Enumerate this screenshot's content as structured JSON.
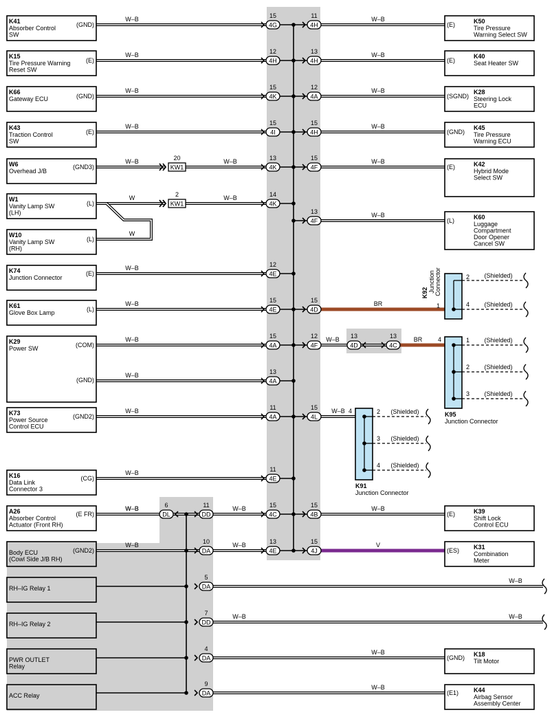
{
  "colors": {
    "gray": "#d0d0d0",
    "br": "#9c4a26",
    "violet": "#7a2a8f",
    "junction_fill": "#bfe3f4",
    "wire": "#000000"
  },
  "left_components": [
    {
      "id": "k41",
      "code": "K41",
      "name": [
        "Absorber Control",
        "SW"
      ],
      "pin": "(GND)"
    },
    {
      "id": "k15",
      "code": "K15",
      "name": [
        "Tire Pressure Warning",
        "Reset SW"
      ],
      "pin": "(E)"
    },
    {
      "id": "k66",
      "code": "K66",
      "name": [
        "Gateway ECU"
      ],
      "pin": "(GND)"
    },
    {
      "id": "k43",
      "code": "K43",
      "name": [
        "Traction Control",
        "SW"
      ],
      "pin": "(E)"
    },
    {
      "id": "w6",
      "code": "W6",
      "name": [
        "Overhead J/B"
      ],
      "pin": "(GND3)"
    },
    {
      "id": "w1",
      "code": "W1",
      "name": [
        "Vanity Lamp SW",
        "(LH)"
      ],
      "pin": "(L)"
    },
    {
      "id": "w10",
      "code": "W10",
      "name": [
        "Vanity Lamp SW",
        "(RH)"
      ],
      "pin": "(L)"
    },
    {
      "id": "k74",
      "code": "K74",
      "name": [
        "Junction Connector"
      ],
      "pin": "(E)"
    },
    {
      "id": "k61",
      "code": "K61",
      "name": [
        "Glove Box Lamp"
      ],
      "pin": "(L)"
    },
    {
      "id": "k29",
      "code": "K29",
      "name": [
        "Power SW"
      ],
      "pin": "(COM)",
      "pin2": "(GND)"
    },
    {
      "id": "k73",
      "code": "K73",
      "name": [
        "Power Source",
        "Control ECU"
      ],
      "pin": "(GND2)"
    },
    {
      "id": "k16",
      "code": "K16",
      "name": [
        "Data Link",
        "Connector 3"
      ],
      "pin": "(CG)"
    },
    {
      "id": "a26",
      "code": "A26",
      "name": [
        "Absorber Control",
        "Actuator (Front RH)"
      ],
      "pin": "(E FR)"
    },
    {
      "id": "body",
      "code": "",
      "name": [
        "Body ECU",
        "(Cowl Side J/B RH)"
      ],
      "pin": "(GND2)"
    },
    {
      "id": "rhig1",
      "code": "",
      "name": [
        "RH–IG Relay 1"
      ],
      "pin": ""
    },
    {
      "id": "rhig2",
      "code": "",
      "name": [
        "RH–IG Relay 2"
      ],
      "pin": ""
    },
    {
      "id": "pwr",
      "code": "",
      "name": [
        "PWR OUTLET",
        "Relay"
      ],
      "pin": ""
    },
    {
      "id": "acc",
      "code": "",
      "name": [
        "ACC Relay"
      ],
      "pin": ""
    }
  ],
  "right_components": [
    {
      "id": "k50",
      "code": "K50",
      "name": [
        "Tire Pressure",
        "Warning Select SW"
      ],
      "pin": "(E)"
    },
    {
      "id": "k40",
      "code": "K40",
      "name": [
        "Seat Heater SW"
      ],
      "pin": "(E)"
    },
    {
      "id": "k28",
      "code": "K28",
      "name": [
        "Steering Lock",
        "ECU"
      ],
      "pin": "(SGND)"
    },
    {
      "id": "k45",
      "code": "K45",
      "name": [
        "Tire Pressure",
        "Warning ECU"
      ],
      "pin": "(GND)"
    },
    {
      "id": "k42",
      "code": "K42",
      "name": [
        "Hybrid Mode",
        "Select SW"
      ],
      "pin": "(E)"
    },
    {
      "id": "k60",
      "code": "K60",
      "name": [
        "Luggage",
        "Compartment",
        "Door Opener",
        "Cancel SW"
      ],
      "pin": "(L)"
    },
    {
      "id": "k39",
      "code": "K39",
      "name": [
        "Shift Lock",
        "Control ECU"
      ],
      "pin": "(E)"
    },
    {
      "id": "k31",
      "code": "K31",
      "name": [
        "Combination",
        "Meter"
      ],
      "pin": "(ES)"
    },
    {
      "id": "k18",
      "code": "K18",
      "name": [
        "Tilt Motor"
      ],
      "pin": "(GND)"
    },
    {
      "id": "k44",
      "code": "K44",
      "name": [
        "Airbag Sensor",
        "Assembly Center"
      ],
      "pin": "(E1)"
    }
  ],
  "connectors": {
    "l1": "4G",
    "l1n": "15",
    "r1": "4H",
    "r1n": "11",
    "l2": "4H",
    "l2n": "12",
    "r2": "4H",
    "r2n": "13",
    "l3": "4K",
    "l3n": "15",
    "r3": "4A",
    "r3n": "12",
    "l4": "4I",
    "l4n": "15",
    "r4": "4H",
    "r4n": "15",
    "l5": "4K",
    "l5n": "13",
    "r5": "4F",
    "r5n": "15",
    "l6": "4K",
    "l6n": "14",
    "r7": "4F",
    "r7n": "13",
    "l8": "4E",
    "l8n": "12",
    "l9": "4E",
    "l9n": "15",
    "r9": "4D",
    "r9n": "15",
    "l10": "4A",
    "l10n": "15",
    "r10": "4F",
    "r10n": "12",
    "l11": "4A",
    "l11n": "13",
    "l12": "4A",
    "l12n": "11",
    "r12": "4L",
    "r12n": "15",
    "l13": "4E",
    "l13n": "11",
    "l14": "4C",
    "l14n": "15",
    "r14": "4B",
    "r14n": "15",
    "l15": "4E",
    "l15n": "13",
    "r15": "4J",
    "r15n": "15",
    "kw1a": "KW1",
    "kw1an": "20",
    "kw1b": "KW1",
    "kw1bn": "2",
    "b4d": "4D",
    "b4dn": "13",
    "b4c": "4C",
    "b4cn": "13",
    "dl": "DL",
    "dln": "6",
    "dd1": "DD",
    "dd1n": "11",
    "da1": "DA",
    "da1n": "10",
    "da2": "DA",
    "da2n": "5",
    "dd2": "DD",
    "dd2n": "7",
    "da3": "DA",
    "da3n": "4",
    "da4": "DA",
    "da4n": "9"
  },
  "wire_labels": {
    "wb": "W–B",
    "w": "W",
    "br": "BR",
    "v": "V",
    "shielded": "(Shielded)"
  },
  "junctions": {
    "k92": {
      "code": "K92",
      "name": [
        "Junction",
        "Connector"
      ],
      "pins": [
        "2",
        "1",
        "4"
      ]
    },
    "k95": {
      "code": "K95",
      "name": "Junction Connector",
      "pins": [
        "4",
        "1",
        "2",
        "3"
      ]
    },
    "k91": {
      "code": "K91",
      "name": "Junction Connector",
      "pins": [
        "4",
        "2",
        "3",
        "4"
      ]
    }
  }
}
